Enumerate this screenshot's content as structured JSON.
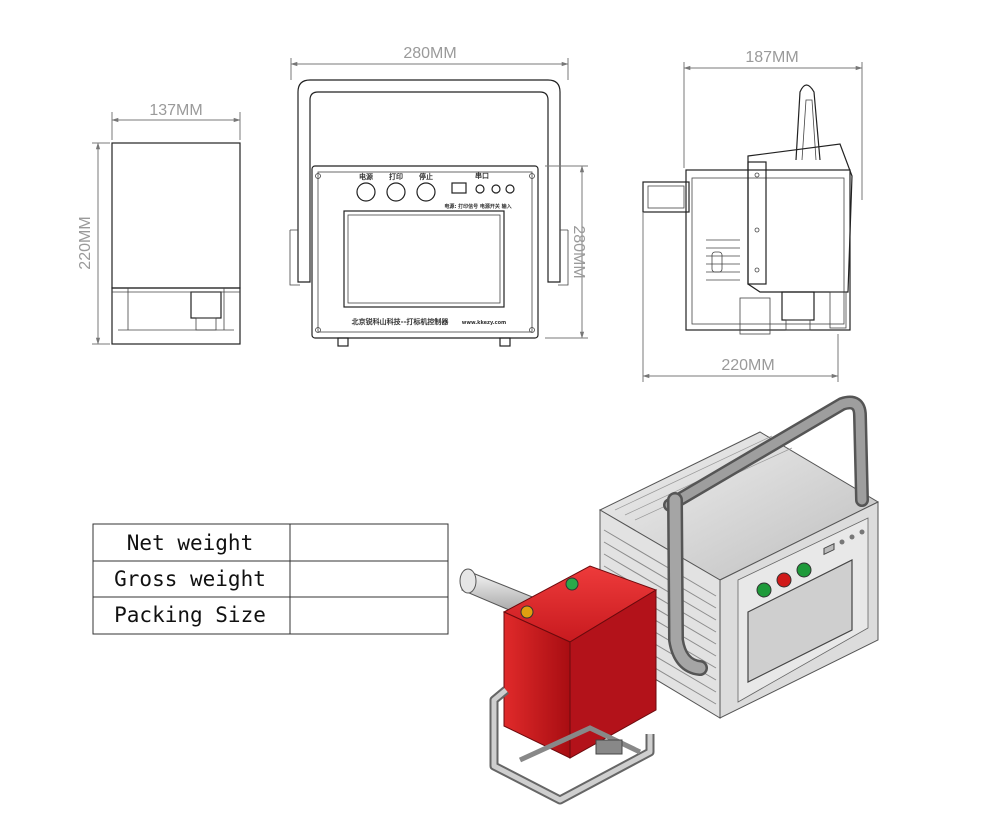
{
  "dimensions": {
    "side_width": "137MM",
    "side_height": "220MM",
    "front_width": "280MM",
    "front_height": "280MM",
    "right_width": "187MM",
    "right_depth": "220MM"
  },
  "table": {
    "rows": [
      {
        "label": "Net weight",
        "value": ""
      },
      {
        "label": "Gross weight",
        "value": ""
      },
      {
        "label": "Packing Size",
        "value": ""
      }
    ]
  },
  "panel": {
    "button_labels": [
      "电源",
      "打印",
      "停止"
    ],
    "title": "北京锐科山科技--打标机控制器",
    "url": "www.kkezy.com",
    "port_label": "串口",
    "ports_label": "电源: 打印信号 电源开关 输入"
  },
  "colors": {
    "head_red": "#c8141b",
    "button_green": "#1e9a3a",
    "button_red": "#d01a1a",
    "button_yellow": "#e0a010"
  }
}
